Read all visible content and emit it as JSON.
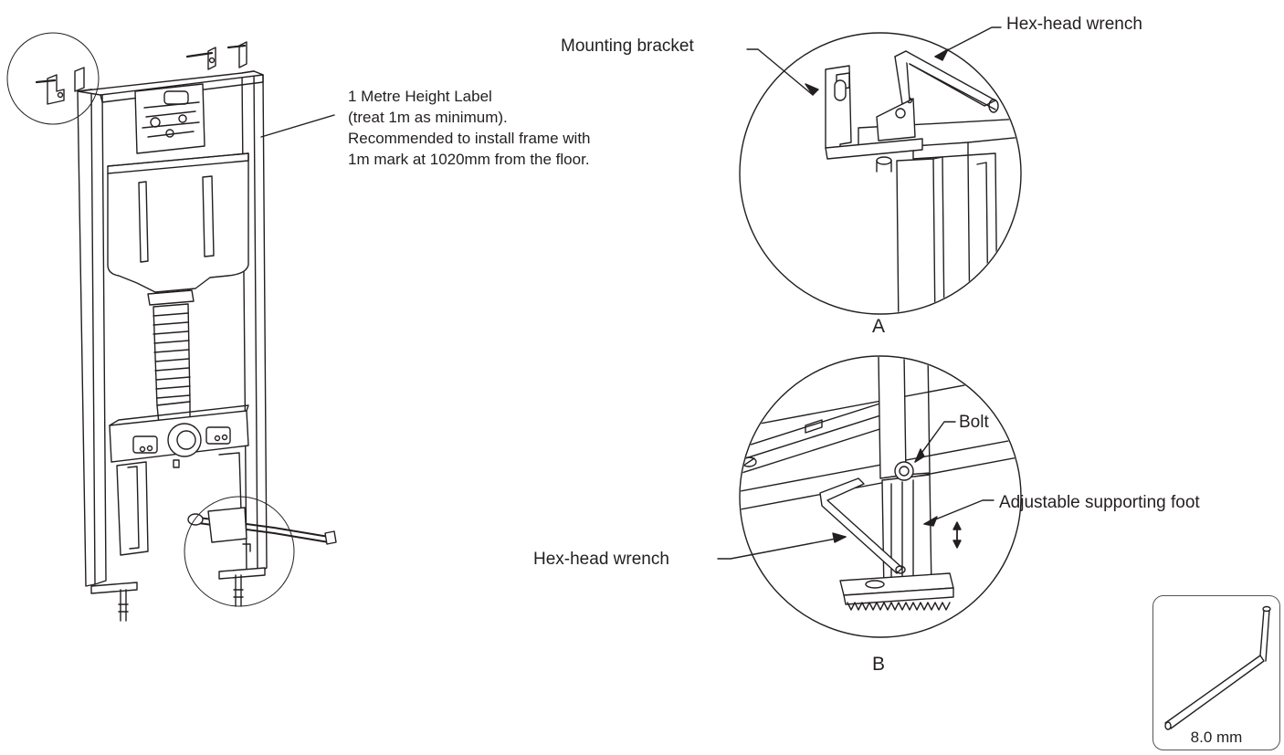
{
  "note": {
    "lines": [
      "1 Metre Height Label",
      "(treat 1m as minimum).",
      "Recommended to install frame with",
      "1m mark at 1020mm from the floor."
    ]
  },
  "detail_a": {
    "letter": "A",
    "label_bracket": "Mounting bracket",
    "label_wrench": "Hex-head wrench"
  },
  "detail_b": {
    "letter": "B",
    "label_bolt": "Bolt",
    "label_foot": "Adjustable supporting foot",
    "label_wrench": "Hex-head wrench"
  },
  "tool": {
    "size": "8.0 mm"
  },
  "colors": {
    "line": "#231f20",
    "fill": "#ffffff"
  }
}
